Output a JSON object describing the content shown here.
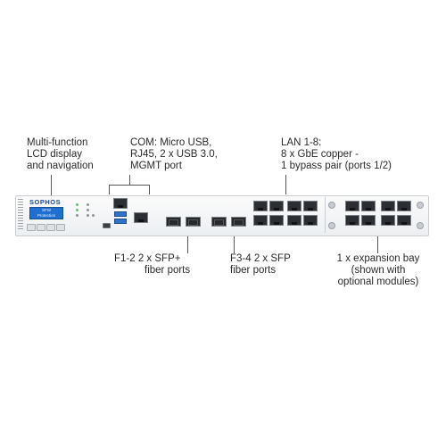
{
  "device": {
    "brand": "SOPHOS",
    "lcd_lines": [
      "SFW",
      "Protection"
    ]
  },
  "callouts": {
    "multifunction": [
      "Multi-function",
      "LCD display",
      "and navigation"
    ],
    "com": [
      "COM: Micro USB,",
      "RJ45, 2 x USB 3.0,",
      "MGMT port"
    ],
    "lan": [
      "LAN 1-8:",
      "8 x GbE copper -",
      "1 bypass pair (ports 1/2)"
    ],
    "f12": [
      "F1-2  2 x SFP+",
      "fiber ports"
    ],
    "f34": [
      "F3-4  2 x SFP",
      "fiber ports"
    ],
    "expansion": [
      "1 x expansion bay",
      "(shown with",
      "optional modules)"
    ]
  },
  "colors": {
    "lcd": "#1f6fd1",
    "usb": "#2f73c8",
    "brand": "#1c4a9c",
    "led_on": "#5cc46a"
  }
}
